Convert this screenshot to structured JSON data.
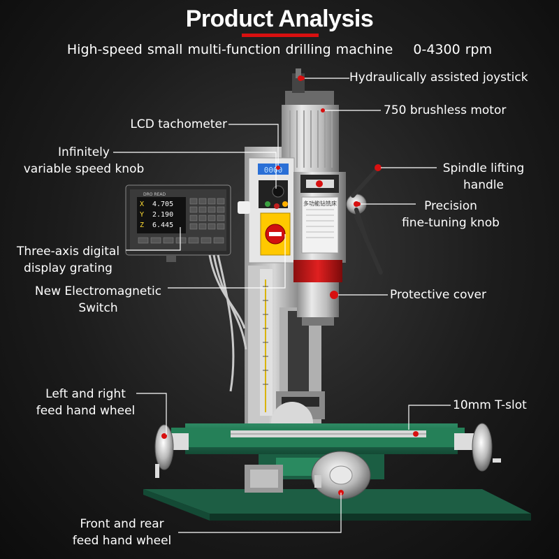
{
  "title": "Product Analysis",
  "subtitle": "High-speed small multi-function drilling machine",
  "speed_range": "0-4300 rpm",
  "colors": {
    "accent": "#d81010",
    "base_green": "#1f6b4d",
    "background": "#1c1c1c"
  },
  "callouts": {
    "joystick": "Hydraulically assisted joystick",
    "motor": "750 brushless motor",
    "tachometer": "LCD tachometer",
    "speed_knob": [
      "Infinitely",
      "variable speed knob"
    ],
    "lifting_handle": [
      "Spindle lifting",
      "handle"
    ],
    "fine_knob": [
      "Precision",
      "fine-tuning knob"
    ],
    "dro": [
      "Three-axis digital",
      "display grating"
    ],
    "switch": [
      "New Electromagnetic",
      "Switch"
    ],
    "cover": "Protective cover",
    "lr_wheel": [
      "Left and right",
      "feed hand wheel"
    ],
    "tslot": "10mm T-slot",
    "fr_wheel": [
      "Front and rear",
      "feed hand wheel"
    ]
  },
  "dro_display": {
    "brand": "DRO READ",
    "axes": [
      "X",
      "Y",
      "Z"
    ],
    "values": [
      "4.705",
      "2.190",
      "6.445"
    ]
  },
  "tachometer_reading": "0000",
  "plate_text": "多功能钻铣床"
}
